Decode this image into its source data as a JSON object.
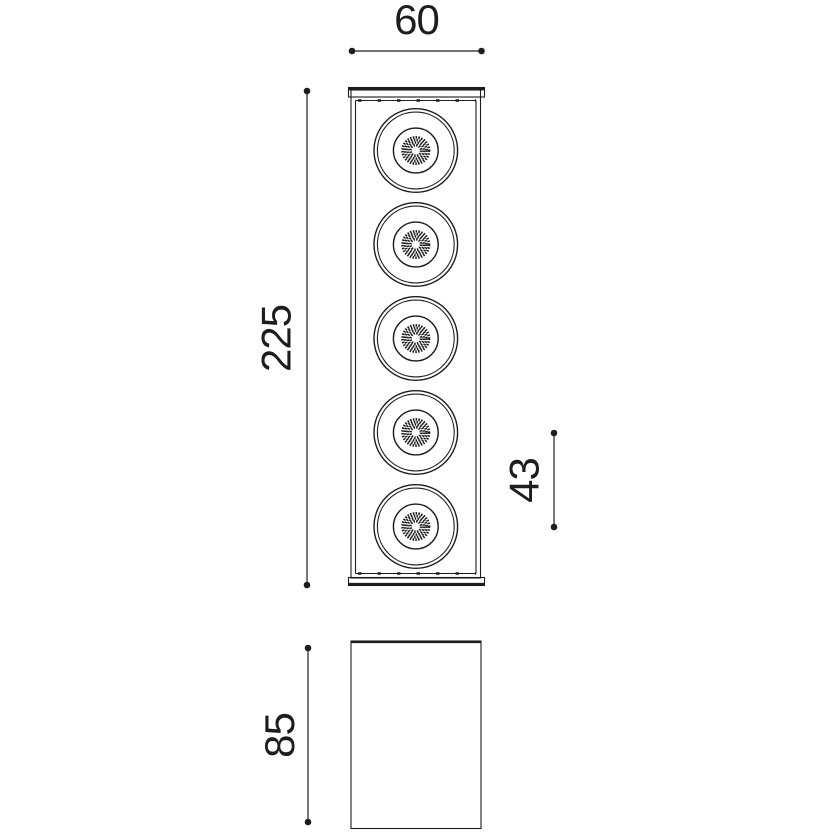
{
  "drawing": {
    "background_color": "#ffffff",
    "line_color": "#1d1d1b"
  },
  "fixture": {
    "spotlight_count": 5
  },
  "dimensions": {
    "width": "60",
    "height": "225",
    "lamp_spacing": "43",
    "depth": "85"
  }
}
